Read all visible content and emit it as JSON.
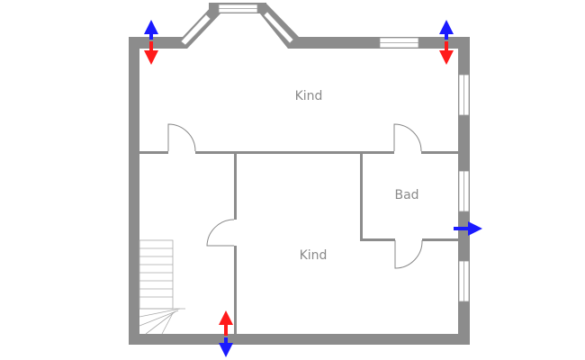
{
  "rooms": [
    {
      "label": "Kind"
    },
    {
      "label": "Bad"
    },
    {
      "label": "Kind"
    }
  ],
  "colors": {
    "wall": "#8c8c8c",
    "arrow_blue": "#1a1aff",
    "arrow_red": "#ff1a1a",
    "label": "#8a8a8a"
  }
}
